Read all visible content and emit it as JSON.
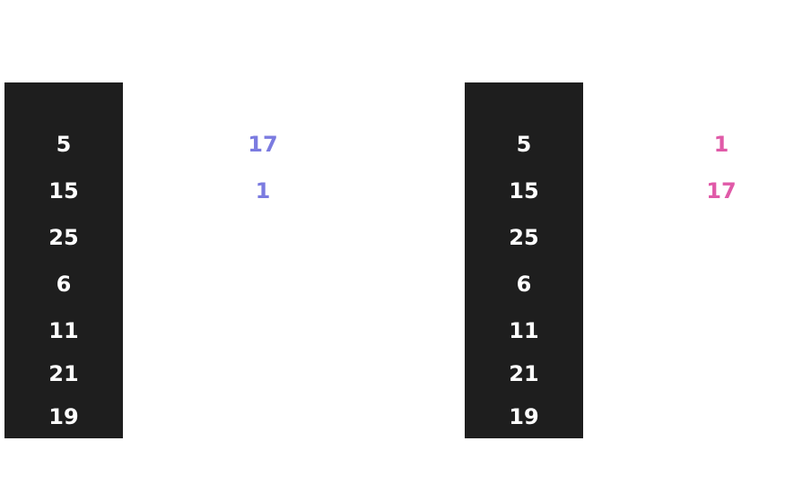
{
  "left_column": {
    "values": [
      "5",
      "15",
      "25",
      "6",
      "11",
      "21",
      "19"
    ]
  },
  "left_side": {
    "values": [
      "17",
      "1"
    ],
    "color": "#7b7be0"
  },
  "right_column": {
    "values": [
      "5",
      "15",
      "25",
      "6",
      "11",
      "21",
      "19"
    ]
  },
  "right_side": {
    "values": [
      "1",
      "17"
    ],
    "color": "#e05aa8"
  }
}
